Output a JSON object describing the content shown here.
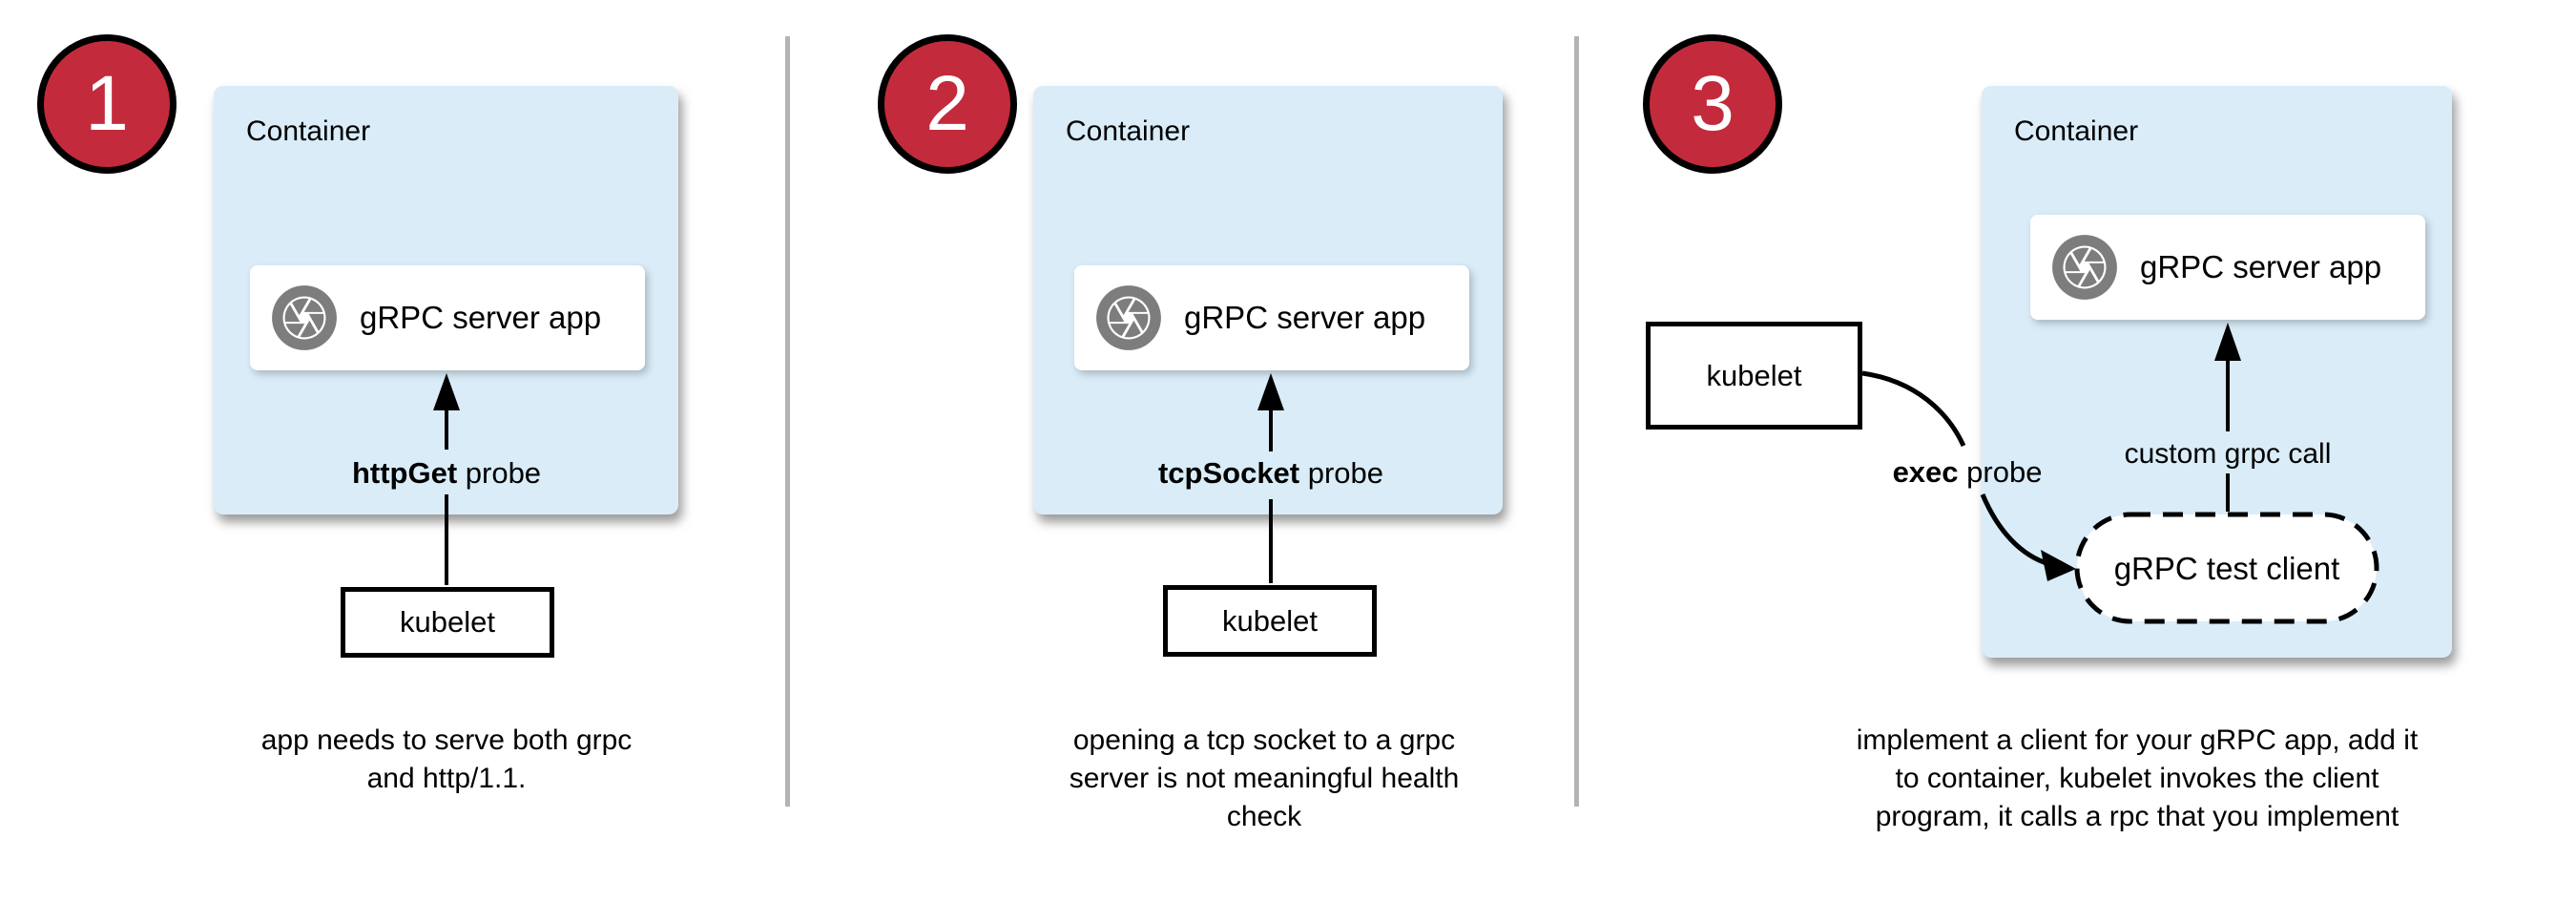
{
  "colors": {
    "accent_red": "#c32b3c",
    "container_blue": "#d9ecf8",
    "icon_gray": "#7d7d7d",
    "divider_gray": "#b3b3b3",
    "line_black": "#000000"
  },
  "panels": [
    {
      "number": "1",
      "container_label": "Container",
      "app_label": "gRPC server app",
      "app_icon": "aperture-icon",
      "probe_bold": "httpGet",
      "probe_rest": " probe",
      "kubelet_label": "kubelet",
      "caption": "app needs to serve both grpc\nand http/1.1."
    },
    {
      "number": "2",
      "container_label": "Container",
      "app_label": "gRPC server app",
      "app_icon": "aperture-icon",
      "probe_bold": "tcpSocket",
      "probe_rest": " probe",
      "kubelet_label": "kubelet",
      "caption": "opening a tcp socket to a grpc\nserver is not meaningful health\ncheck"
    },
    {
      "number": "3",
      "container_label": "Container",
      "app_label": "gRPC server app",
      "app_icon": "aperture-icon",
      "probe_bold": "exec",
      "probe_rest": " probe",
      "kubelet_label": "kubelet",
      "call_label": "custom grpc call",
      "client_label": "gRPC test client",
      "caption": "implement a client for your gRPC app, add it\nto container, kubelet invokes the client\nprogram, it calls a rpc that you implement"
    }
  ]
}
